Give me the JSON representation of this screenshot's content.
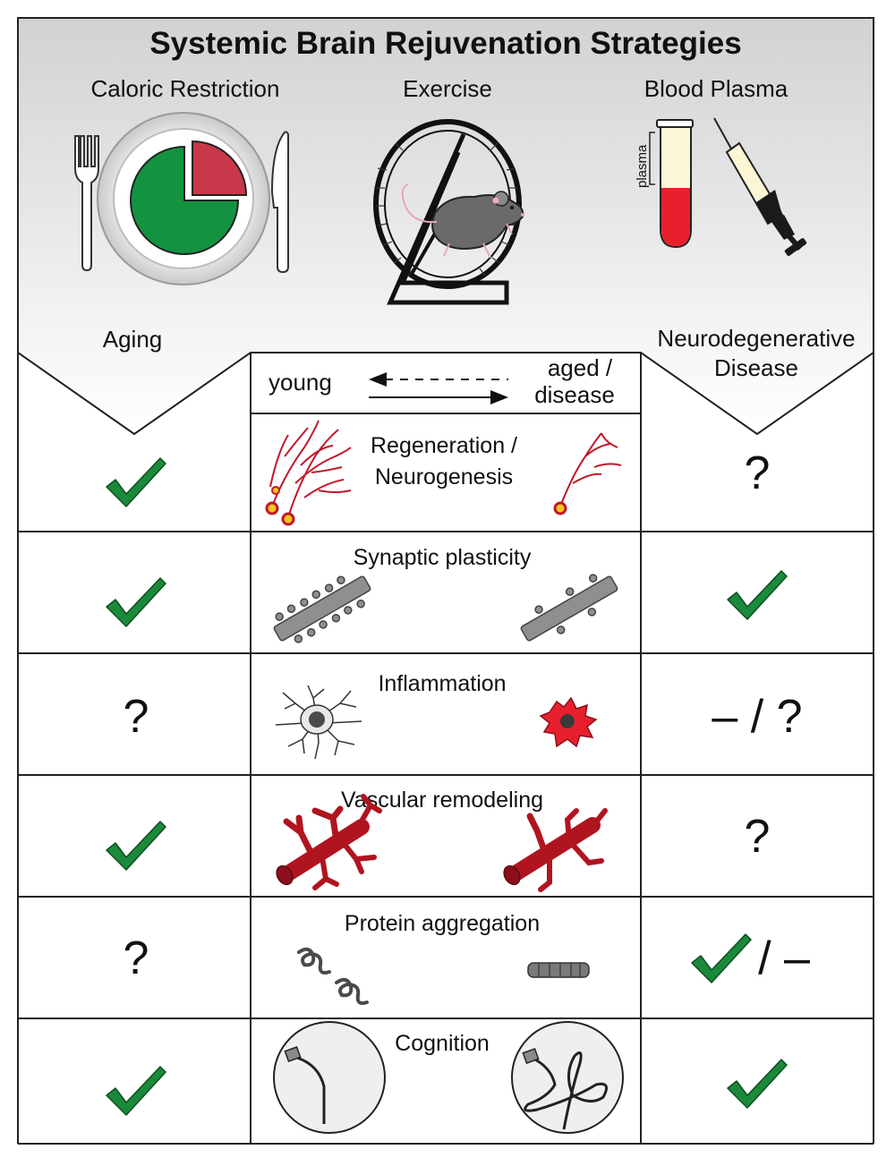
{
  "title": "Systemic Brain Rejuvenation Strategies",
  "strategies": [
    {
      "label": "Caloric Restriction",
      "icon": "plate-icon"
    },
    {
      "label": "Exercise",
      "icon": "running-wheel-icon"
    },
    {
      "label": "Blood Plasma",
      "icon": "blood-tube-icon"
    }
  ],
  "plasma_label": "plasma",
  "columns": {
    "left": "Aging",
    "right_line1": "Neurodegenerative",
    "right_line2": "Disease"
  },
  "legend": {
    "young": "young",
    "aged_line1": "aged /",
    "aged_line2": "disease"
  },
  "rows": [
    {
      "title_line1": "Regeneration /",
      "title_line2": "Neurogenesis",
      "aging": "check",
      "disease": "?",
      "disease_text": "?"
    },
    {
      "title_line1": "Synaptic plasticity",
      "title_line2": "",
      "aging": "check",
      "disease": "check",
      "disease_text": ""
    },
    {
      "title_line1": "Inflammation",
      "title_line2": "",
      "aging": "?",
      "disease": "text",
      "disease_text": "– / ?"
    },
    {
      "title_line1": "Vascular remodeling",
      "title_line2": "",
      "aging": "check",
      "disease": "?",
      "disease_text": "?"
    },
    {
      "title_line1": "Protein aggregation",
      "title_line2": "",
      "aging": "?",
      "disease": "check-dash",
      "disease_text": "/ –"
    },
    {
      "title_line1": "Cognition",
      "title_line2": "",
      "aging": "check",
      "disease": "check",
      "disease_text": ""
    }
  ],
  "colors": {
    "check": "#1a8a3a",
    "red": "#c0182a",
    "gray": "#8a8a8a",
    "header_top": "#d4d4d4",
    "header_bottom": "#ffffff",
    "plate_green": "#13933f",
    "plate_red": "#c8374a"
  }
}
